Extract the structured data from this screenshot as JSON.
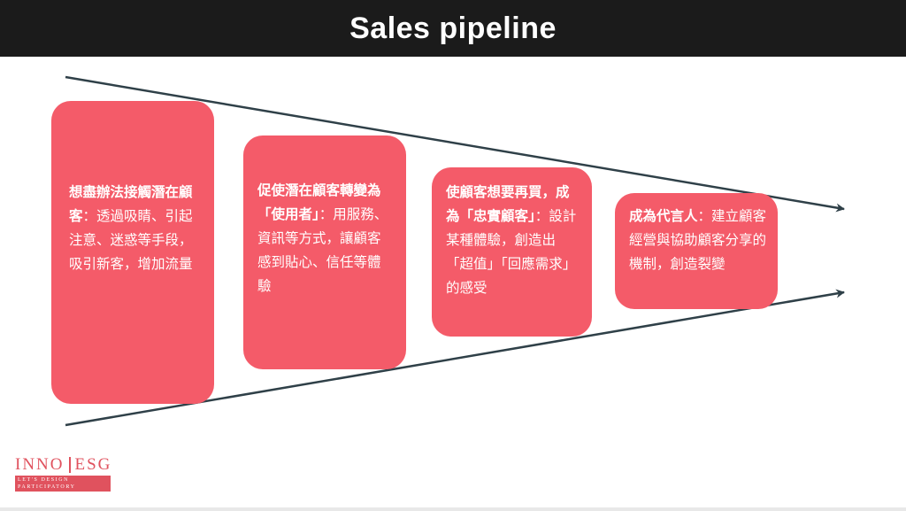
{
  "header": {
    "title": "Sales pipeline"
  },
  "stages": [
    {
      "bold": "想盡辦法接觸潛在顧客",
      "text": "：透過吸睛、引起注意、迷惑等手段，吸引新客，增加流量"
    },
    {
      "bold": "促使潛在顧客轉變為「使用者」",
      "text": "：用服務、資訊等方式，讓顧客感到貼心、信任等體驗"
    },
    {
      "bold": "使顧客想要再買，成為「忠實顧客」",
      "text": "：設計某種體驗，創造出「超值」「回應需求」的感受"
    },
    {
      "bold": "成為代言人",
      "text": "：建立顧客經營與協助顧客分享的機制，創造裂變"
    }
  ],
  "logo": {
    "left": "INNO",
    "right": "ESG",
    "tagline": "LET'S DESIGN PARTICIPATORY"
  },
  "colors": {
    "header_bg": "#1b1b1b",
    "box_fill": "#f45b69",
    "arrow": "#2f4048",
    "logo": "#e0525e"
  },
  "icons": {
    "upper_arrow": "arrow-right-icon",
    "lower_arrow": "arrow-right-icon"
  }
}
